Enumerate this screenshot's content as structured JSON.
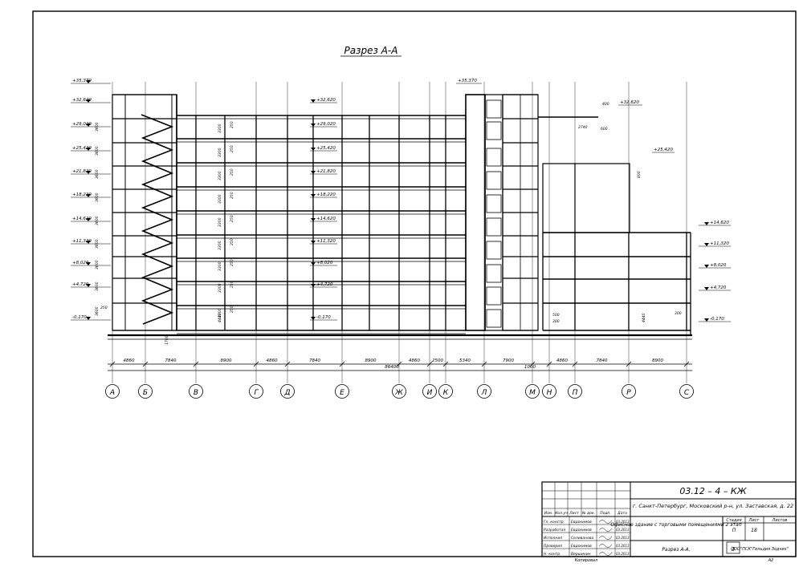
{
  "title": "Разрез А-А",
  "axes": {
    "labels": [
      "А",
      "Б",
      "В",
      "Г",
      "Д",
      "Е",
      "Ж",
      "И",
      "К",
      "Л",
      "М",
      "Н",
      "П",
      "Р",
      "С"
    ],
    "spans": [
      "4860",
      "7840",
      "8900",
      "4860",
      "7840",
      "8900",
      "4860",
      "2500",
      "5340",
      "7900",
      "4860",
      "7840",
      "8900"
    ],
    "total": "86400",
    "small": "1000"
  },
  "elevations": {
    "left": [
      "+35,370",
      "+32,620",
      "+29,020",
      "+25,420",
      "+21,820",
      "+18,220",
      "+14,620",
      "+11,320",
      "+8,020",
      "+4,720",
      "-0,170"
    ],
    "mid": [
      "+32,620",
      "+29,020",
      "+25,420",
      "+21,820",
      "+18,220",
      "+14,620",
      "+11,320",
      "+8,020",
      "+4,720",
      "-0,170"
    ],
    "tower_top": "+35,370",
    "right_upper": [
      "+32,620",
      "+25,420"
    ],
    "right": [
      "+14,620",
      "+11,320",
      "+8,020",
      "+4,720",
      "-0,170"
    ]
  },
  "dims": {
    "floor": "3300",
    "storey": "3600",
    "slab": "250",
    "ground": "4440",
    "misc": [
      "500",
      "300",
      "600",
      "400",
      "250",
      "300",
      "1700",
      "2740",
      "800"
    ]
  },
  "stamp": {
    "doc_code": "03.12 – 4 – КЖ",
    "address": "г. Санкт-Петербург, Московский р-н, ул. Заставская, д. 22",
    "object": "Офисное здание с торговыми помещениями 2 этап",
    "sheet_title": "Разрез А-А.",
    "org": "ООО\"ПСК\"Гильдия Зодчих\"",
    "headers": [
      "Изм.",
      "Кол.уч",
      "Лист",
      "№ док.",
      "Подп.",
      "Дата"
    ],
    "stage_label": "Стадия",
    "sheet_label": "Лист",
    "sheets_label": "Листов",
    "stage": "П",
    "sheet_no": "18",
    "sheet_sub": "3",
    "roles": [
      "Гл. констр.",
      "Разработал",
      "Исполнил",
      "Проверил",
      "Н. контр."
    ],
    "names": [
      "Евдокимов",
      "Евдокимов",
      "Селиванова",
      "Евдокимов",
      "Вершинин"
    ],
    "dates": [
      "03.2013",
      "03.2013",
      "03.2013",
      "03.2013",
      "03.2013"
    ],
    "copied": "Копировал",
    "format": "А2"
  }
}
